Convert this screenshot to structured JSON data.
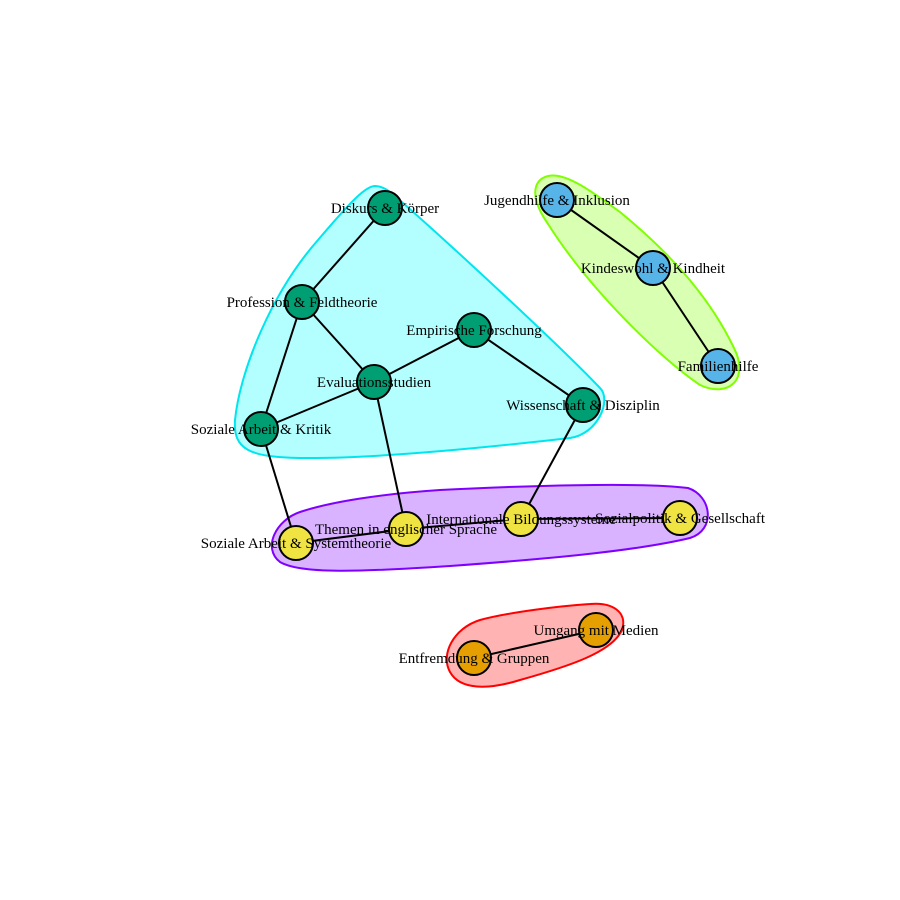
{
  "diagram": {
    "nodes": [
      {
        "id": "diskurs",
        "label": "Diskurs & Körper",
        "group": "green"
      },
      {
        "id": "profession",
        "label": "Profession & Feldtheorie",
        "group": "green"
      },
      {
        "id": "empirische",
        "label": "Empirische Forschung",
        "group": "green"
      },
      {
        "id": "evaluation",
        "label": "Evaluationsstudien",
        "group": "green"
      },
      {
        "id": "wissenschaft",
        "label": "Wissenschaft & Disziplin",
        "group": "green"
      },
      {
        "id": "kritik",
        "label": "Soziale Arbeit & Kritik",
        "group": "green"
      },
      {
        "id": "jugendhilfe",
        "label": "Jugendhilfe & Inklusion",
        "group": "blue"
      },
      {
        "id": "kindeswohl",
        "label": "Kindeswohl & Kindheit",
        "group": "blue"
      },
      {
        "id": "familienhilfe",
        "label": "Familienhilfe",
        "group": "blue"
      },
      {
        "id": "systemtheorie",
        "label": "Soziale Arbeit & Systemtheorie",
        "group": "yellow"
      },
      {
        "id": "englisch",
        "label": "Themen in englischer Sprache",
        "group": "yellow"
      },
      {
        "id": "bildung",
        "label": "Internationale Bildungssysteme",
        "group": "yellow"
      },
      {
        "id": "sozialpolitik",
        "label": "Sozialpolitik & Gesellschaft",
        "group": "yellow"
      },
      {
        "id": "medien",
        "label": "Umgang mit Medien",
        "group": "orange"
      },
      {
        "id": "entfremdung",
        "label": "Entfremdung & Gruppen",
        "group": "orange"
      }
    ],
    "edges": [
      [
        "diskurs",
        "profession"
      ],
      [
        "profession",
        "evaluation"
      ],
      [
        "profession",
        "kritik"
      ],
      [
        "empirische",
        "evaluation"
      ],
      [
        "empirische",
        "wissenschaft"
      ],
      [
        "evaluation",
        "kritik"
      ],
      [
        "evaluation",
        "englisch"
      ],
      [
        "kritik",
        "systemtheorie"
      ],
      [
        "wissenschaft",
        "bildung"
      ],
      [
        "systemtheorie",
        "englisch"
      ],
      [
        "englisch",
        "bildung"
      ],
      [
        "bildung",
        "sozialpolitik"
      ],
      [
        "jugendhilfe",
        "kindeswohl"
      ],
      [
        "kindeswohl",
        "familienhilfe"
      ],
      [
        "medien",
        "entfremdung"
      ]
    ],
    "groups": {
      "green": {
        "node_color": "#009E73",
        "hull_fill": "#b3ffff",
        "hull_stroke": "#00e5ee"
      },
      "blue": {
        "node_color": "#56B4E9",
        "hull_fill": "#d9ffb3",
        "hull_stroke": "#7fff00"
      },
      "yellow": {
        "node_color": "#F0E442",
        "hull_fill": "#d9b3ff",
        "hull_stroke": "#7f00ff"
      },
      "orange": {
        "node_color": "#E69F00",
        "hull_fill": "#ffb3b3",
        "hull_stroke": "#ff0000"
      }
    }
  }
}
